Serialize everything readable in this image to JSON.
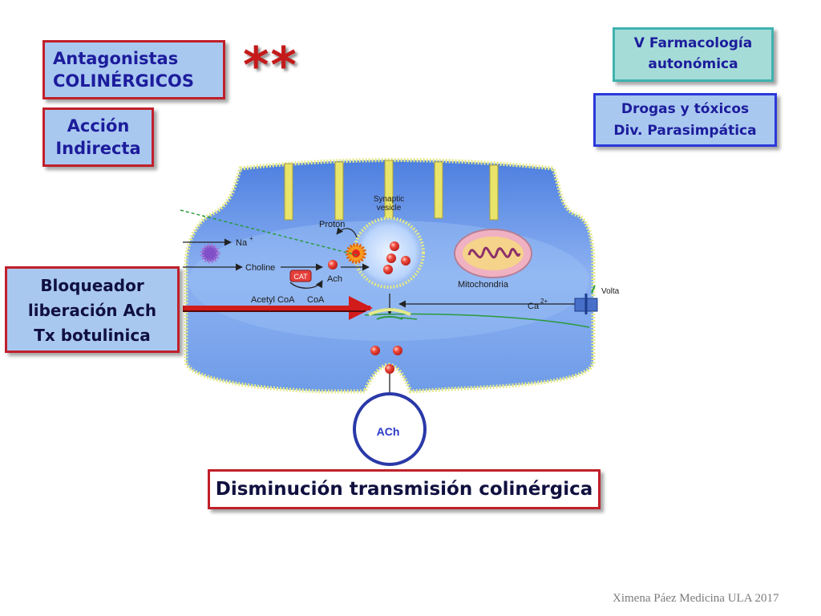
{
  "slide": {
    "antagonistas": {
      "line1": "Antagonistas",
      "line2": "COLINÉRGICOS"
    },
    "stars": "**",
    "accion": {
      "line1": "Acción",
      "line2": "Indirecta"
    },
    "farmacologia": {
      "line1": "V Farmacología",
      "line2": "autonómica"
    },
    "drogas": {
      "line1": "Drogas y tóxicos",
      "line2": "Div. Parasimpática"
    },
    "bloqueador": {
      "line1": "Bloqueador",
      "line2": "liberación Ach",
      "line3": "Tx botulinica"
    },
    "disminucion": "Disminución transmisión colinérgica",
    "footer": "Ximena Páez Medicina ULA 2017"
  },
  "diagram": {
    "labels": {
      "synaptic_vesicle_1": "Synaptic",
      "synaptic_vesicle_2": "vesicle",
      "proton": "Proton",
      "na": "Na",
      "na_sup": "+",
      "choline": "Choline",
      "cat": "CAT",
      "ach_small": "Ach",
      "acetyl_coa": "Acetyl CoA",
      "coa": "CoA",
      "mitochondria": "Mitochondria",
      "voltage": "Volta",
      "ca": "Ca",
      "ca_sup": "2+",
      "ach_bubble": "ACh"
    },
    "colors": {
      "terminal_fill": "#7fa8ee",
      "terminal_border": "#e5e98c",
      "vesicle_dot": "#e23a36",
      "arrow_red": "#d21c1c"
    }
  }
}
